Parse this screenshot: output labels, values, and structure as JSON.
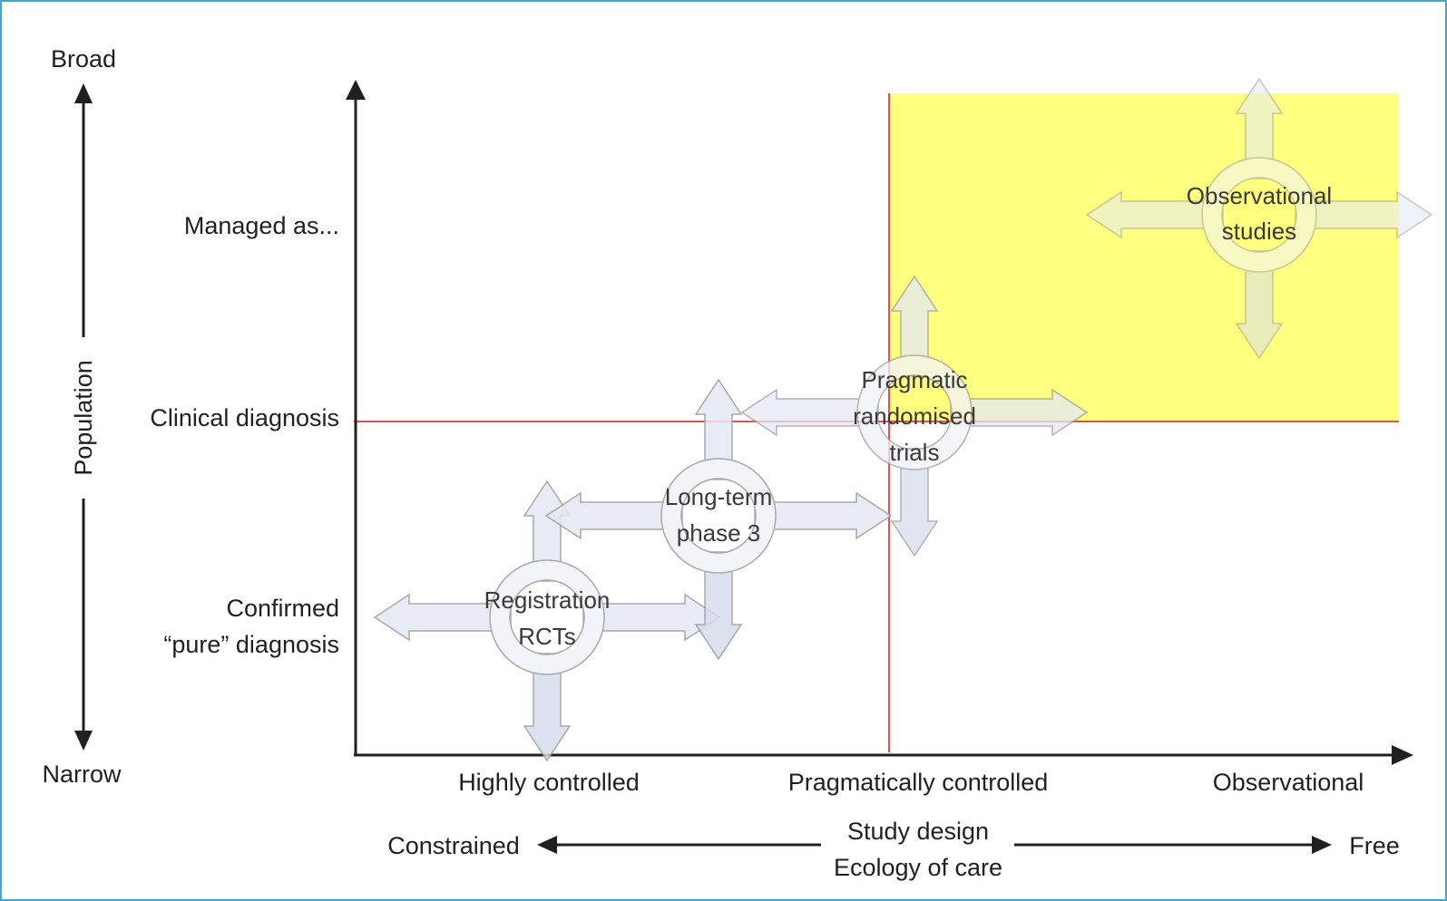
{
  "colors": {
    "frame": "#3fa7c9",
    "highlight": "#ffff80",
    "crosshair": "#d41c1c",
    "axis": "#231f20",
    "shape_fill": "#e4e8f4",
    "shape_stroke": "#9a9a9a"
  },
  "population_axis": {
    "top": "Broad",
    "title": "Population",
    "bottom": "Narrow"
  },
  "y_levels": [
    "Managed as...",
    "Clinical diagnosis",
    "Confirmed",
    "“pure” diagnosis"
  ],
  "x_levels": [
    "Highly controlled",
    "Pragmatically controlled",
    "Observational"
  ],
  "bottom_axis": {
    "left": "Constrained",
    "title_1": "Study design",
    "title_2": "Ecology of care",
    "right": "Free"
  },
  "study_types": [
    {
      "line1": "Registration",
      "line2": "RCTs",
      "line3": ""
    },
    {
      "line1": "Long-term",
      "line2": "phase 3",
      "line3": ""
    },
    {
      "line1": "Pragmatic",
      "line2": "randomised",
      "line3": "trials"
    },
    {
      "line1": "Observational",
      "line2": "studies",
      "line3": ""
    }
  ]
}
